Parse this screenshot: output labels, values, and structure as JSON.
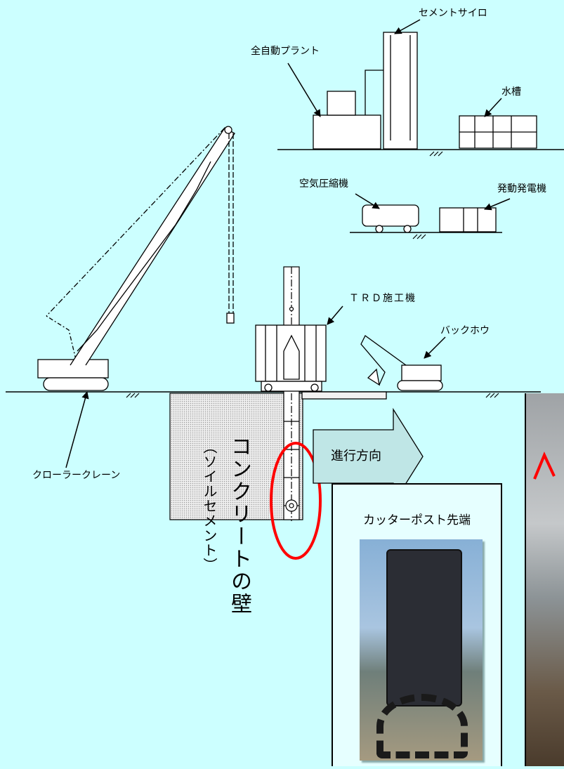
{
  "labels": {
    "cement_silo": "セメントサイロ",
    "auto_plant": "全自動プラント",
    "water_tank": "水槽",
    "air_compressor": "空気圧縮機",
    "generator": "発動発電機",
    "trd_machine": "ＴＲＤ施工機",
    "backhoe": "バックホウ",
    "crawler_crane": "クローラークレーン"
  },
  "wall": {
    "title": "コンクリートの壁",
    "subtitle": "（ソイルセメント）"
  },
  "direction": "進行方向",
  "cutter": {
    "title": "カッターポスト先端"
  },
  "colors": {
    "background": "#ccffff",
    "wall_fill": "#e8e8e8",
    "arrow_fill": "#bfe6e6",
    "highlight": "#ff0000"
  }
}
